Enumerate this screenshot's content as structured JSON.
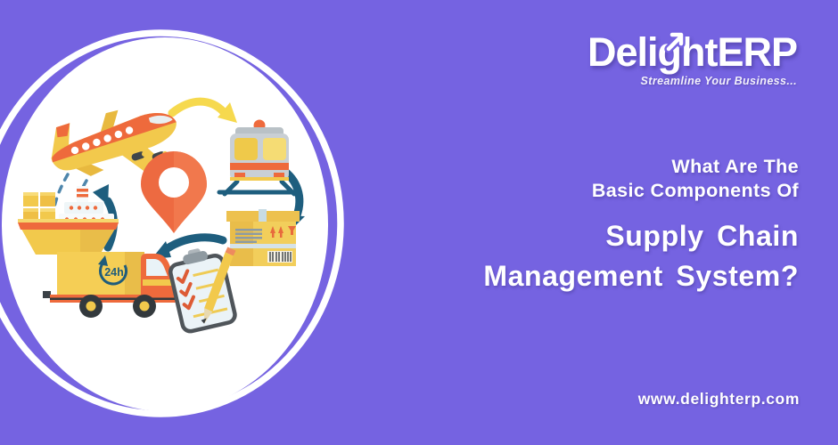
{
  "colors": {
    "background": "#7563E1",
    "orange": "#EE6A3C",
    "yellow": "#F2C94C",
    "teal": "#1E5E7E",
    "white": "#FFFFFF"
  },
  "logo": {
    "name": "DelightERP",
    "tagline": "Streamline Your Business..."
  },
  "headline": {
    "line1": "What Are The",
    "line2": "Basic Components Of",
    "line3": "Supply Chain",
    "line4": "Management System?"
  },
  "website": "www.delighterp.com",
  "illustration": {
    "description": "supply chain cycle with airplane, train, package, clipboard, delivery truck, cargo ship around a location pin",
    "truck_badge": "24h",
    "icons": [
      "airplane-icon",
      "train-icon",
      "package-icon",
      "clipboard-icon",
      "delivery-truck-icon",
      "cargo-ship-icon",
      "location-pin-icon",
      "cycle-arrow-icons"
    ]
  }
}
